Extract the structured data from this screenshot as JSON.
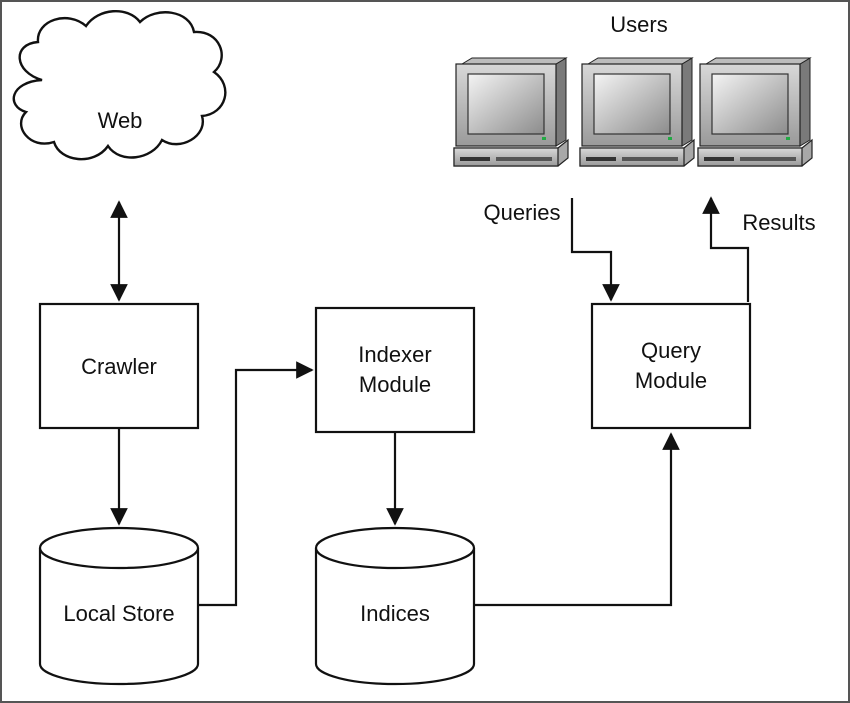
{
  "diagram": {
    "web_label": "Web",
    "users_label": "Users",
    "queries_label": "Queries",
    "results_label": "Results",
    "crawler_label": "Crawler",
    "indexer_line1": "Indexer",
    "indexer_line2": "Module",
    "query_line1": "Query",
    "query_line2": "Module",
    "local_store_label": "Local Store",
    "indices_label": "Indices"
  },
  "icons": {
    "user_terminal": "computer-monitor-icon",
    "cloud": "cloud-icon"
  }
}
